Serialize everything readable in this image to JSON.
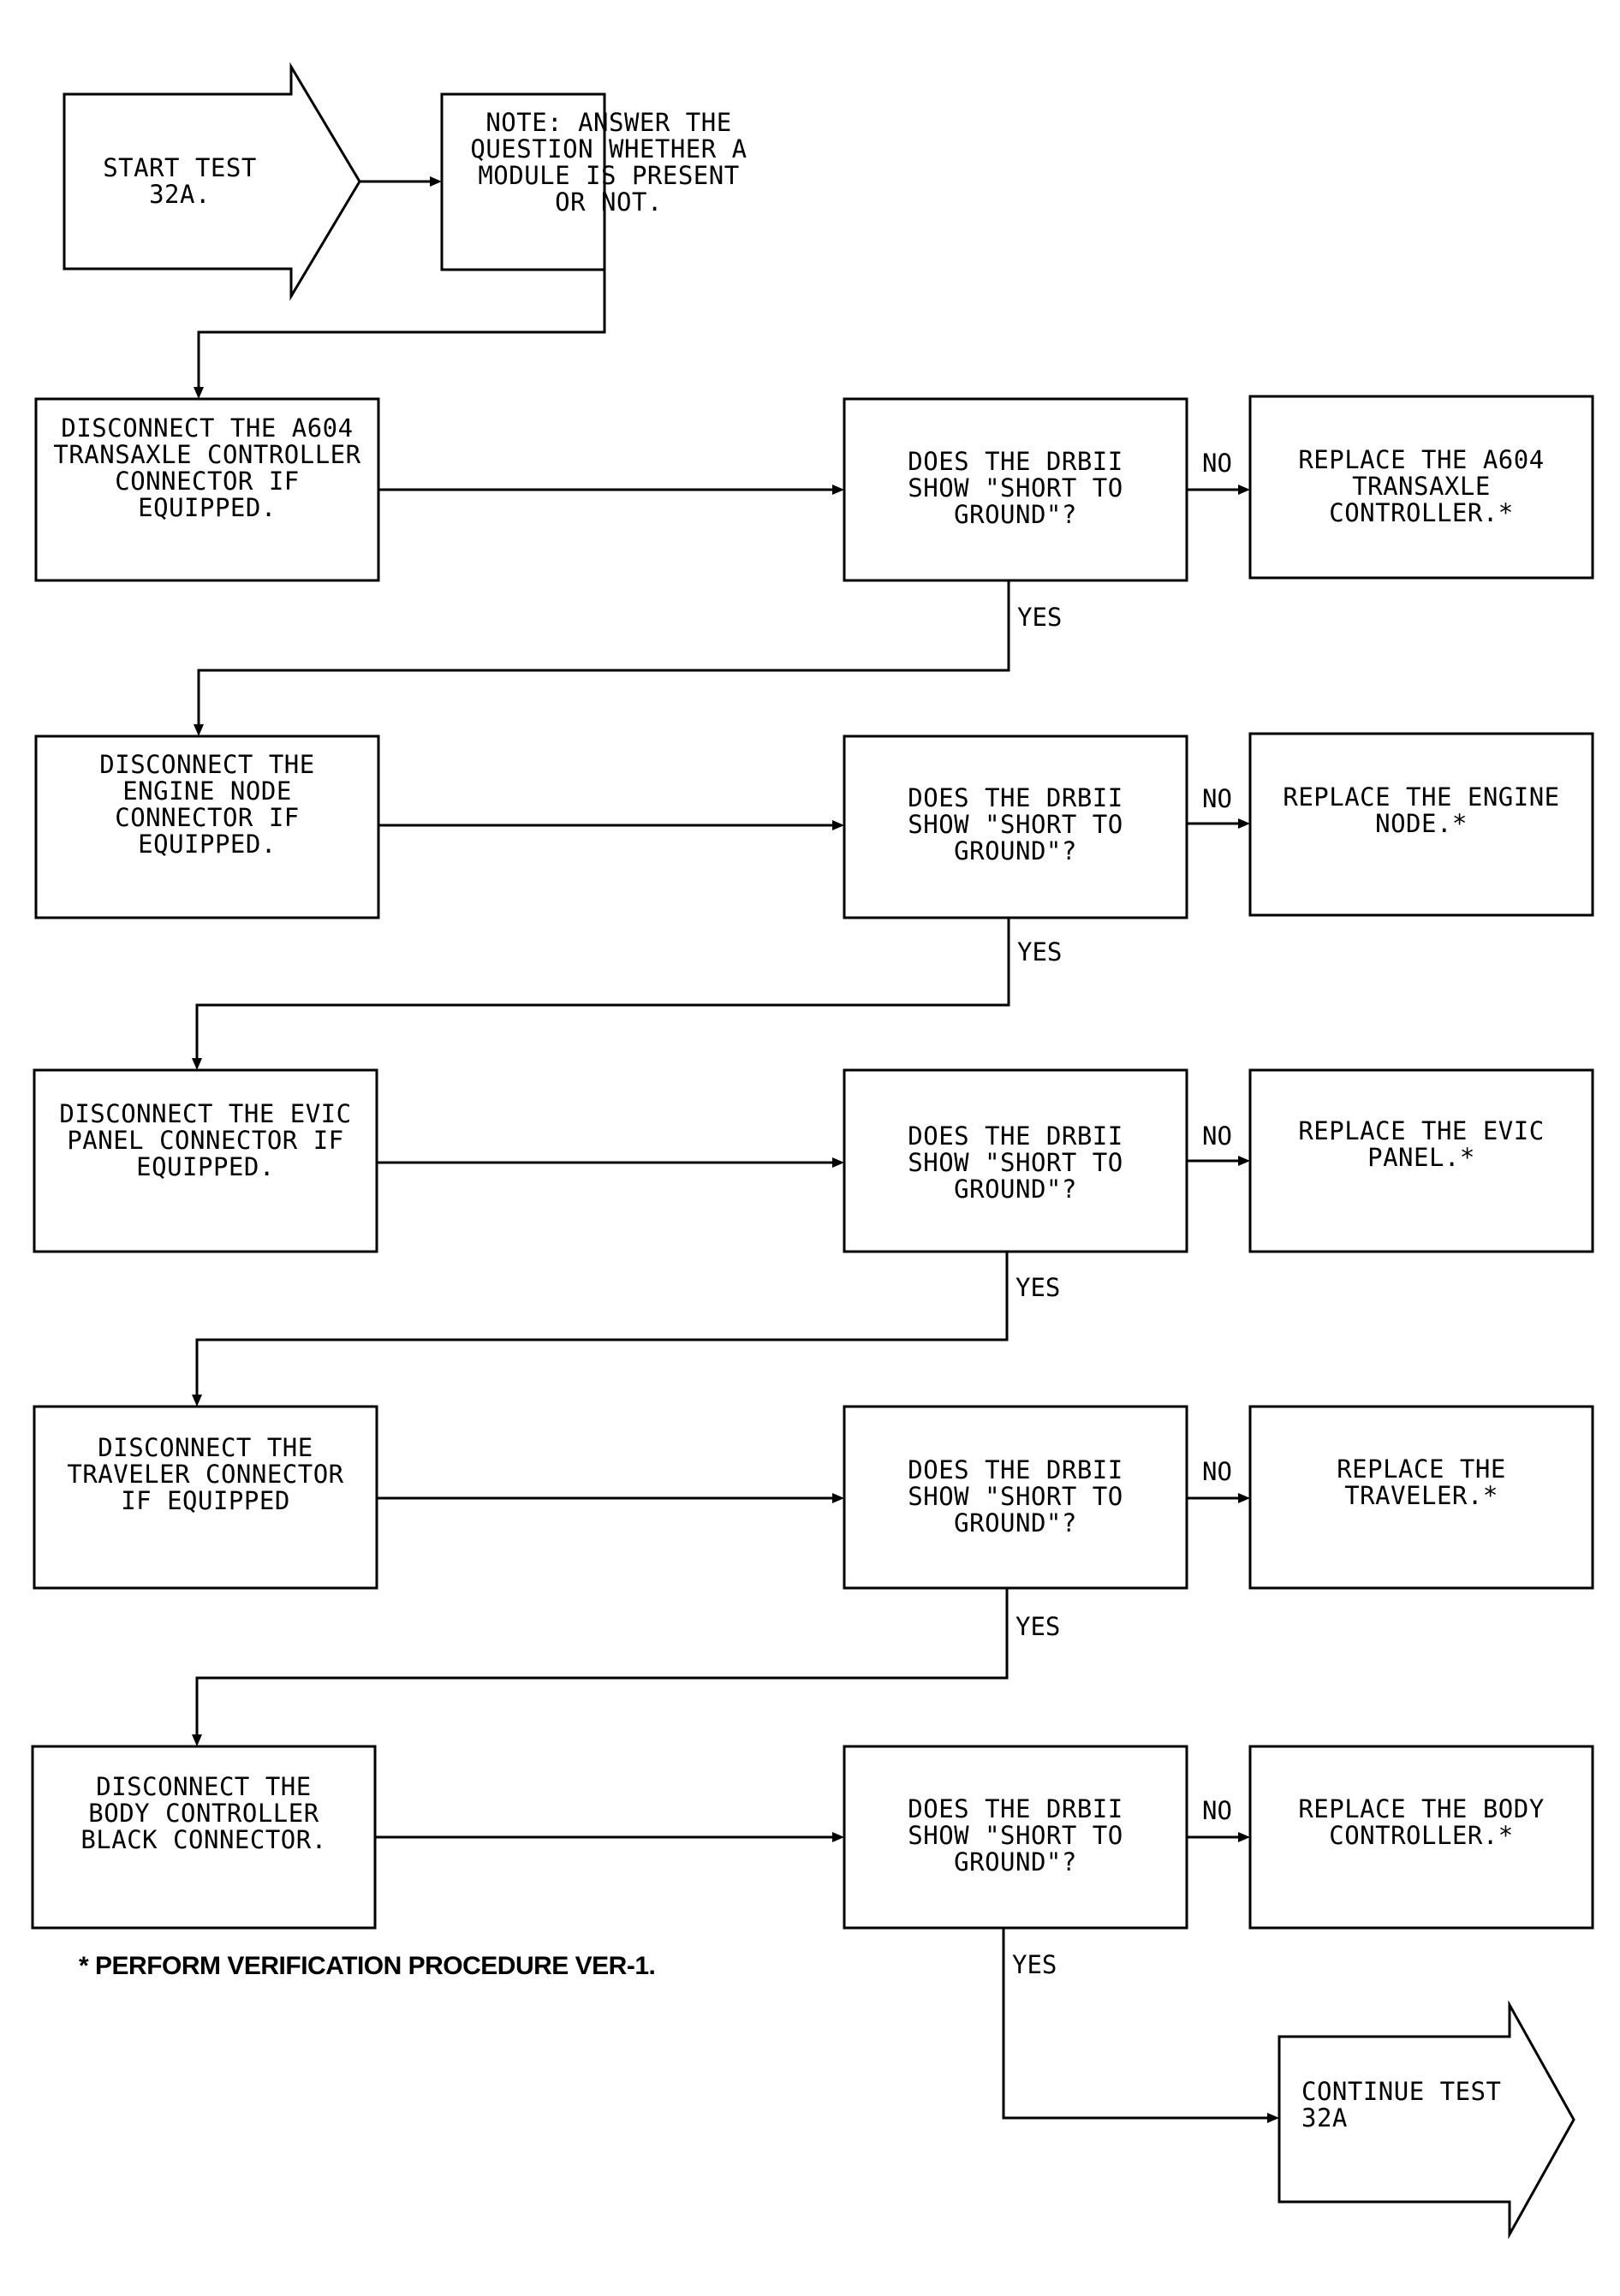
{
  "start": "START TEST 32A.",
  "note": "NOTE: ANSWER THE\nQUESTION WHETHER A\nMODULE IS PRESENT\nOR NOT.",
  "rows": [
    {
      "action": "DISCONNECT THE A604\nTRANSAXLE CONTROLLER\nCONNECTOR IF\nEQUIPPED.",
      "question": "DOES THE DRBII\nSHOW \"SHORT TO\nGROUND\"?",
      "replace": "REPLACE THE A604\nTRANSAXLE\nCONTROLLER.*",
      "no": "NO",
      "yes": "YES"
    },
    {
      "action": "DISCONNECT THE\nENGINE NODE\nCONNECTOR IF\nEQUIPPED.",
      "question": "DOES THE DRBII\nSHOW \"SHORT TO\nGROUND\"?",
      "replace": "REPLACE THE ENGINE\nNODE.*",
      "no": "NO",
      "yes": "YES"
    },
    {
      "action": "DISCONNECT THE EVIC\nPANEL CONNECTOR IF\nEQUIPPED.",
      "question": "DOES THE DRBII\nSHOW \"SHORT TO\nGROUND\"?",
      "replace": "REPLACE THE EVIC\nPANEL.*",
      "no": "NO",
      "yes": "YES"
    },
    {
      "action": "DISCONNECT THE\nTRAVELER CONNECTOR\nIF EQUIPPED",
      "question": "DOES THE DRBII\nSHOW \"SHORT TO\nGROUND\"?",
      "replace": "REPLACE THE\nTRAVELER.*",
      "no": "NO",
      "yes": "YES"
    },
    {
      "action": "DISCONNECT THE\nBODY CONTROLLER\nBLACK CONNECTOR.",
      "question": "DOES THE DRBII\nSHOW \"SHORT TO\nGROUND\"?",
      "replace": "REPLACE THE BODY\nCONTROLLER.*",
      "no": "NO",
      "yes": "YES"
    }
  ],
  "continue": "CONTINUE TEST\n32A",
  "footnote": "* PERFORM VERIFICATION PROCEDURE VER-1."
}
